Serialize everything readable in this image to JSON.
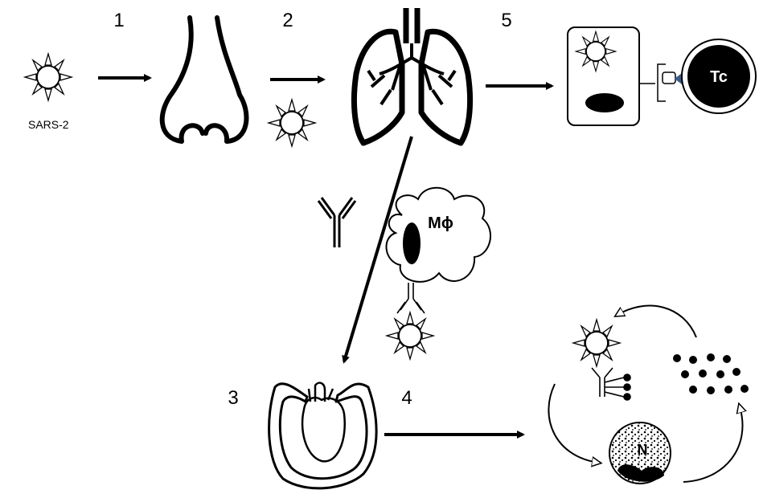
{
  "labels": {
    "virus": "SARS-2",
    "step1": "1",
    "step2": "2",
    "step3": "3",
    "step4": "4",
    "step5": "5",
    "tcell": "Tc",
    "macrophage": "Mϕ",
    "neutrophil": "N"
  }
}
